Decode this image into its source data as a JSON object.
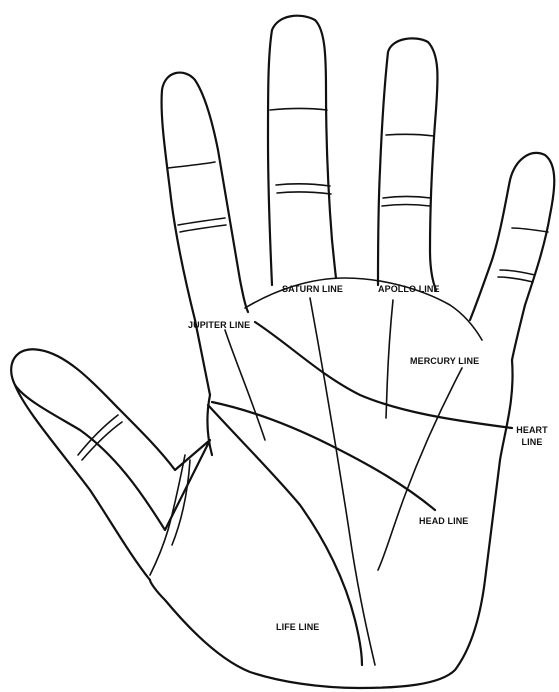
{
  "labels": {
    "saturn": "SATURN LINE",
    "apollo": "APOLLO LINE",
    "jupiter": "JUPITER LINE",
    "mercury": "MERCURY LINE",
    "heart_1": "HEART",
    "heart_2": "LINE",
    "head": "HEAD LINE",
    "life": "LIFE LINE"
  },
  "colors": {
    "ink": "#111111",
    "paper": "#ffffff"
  }
}
